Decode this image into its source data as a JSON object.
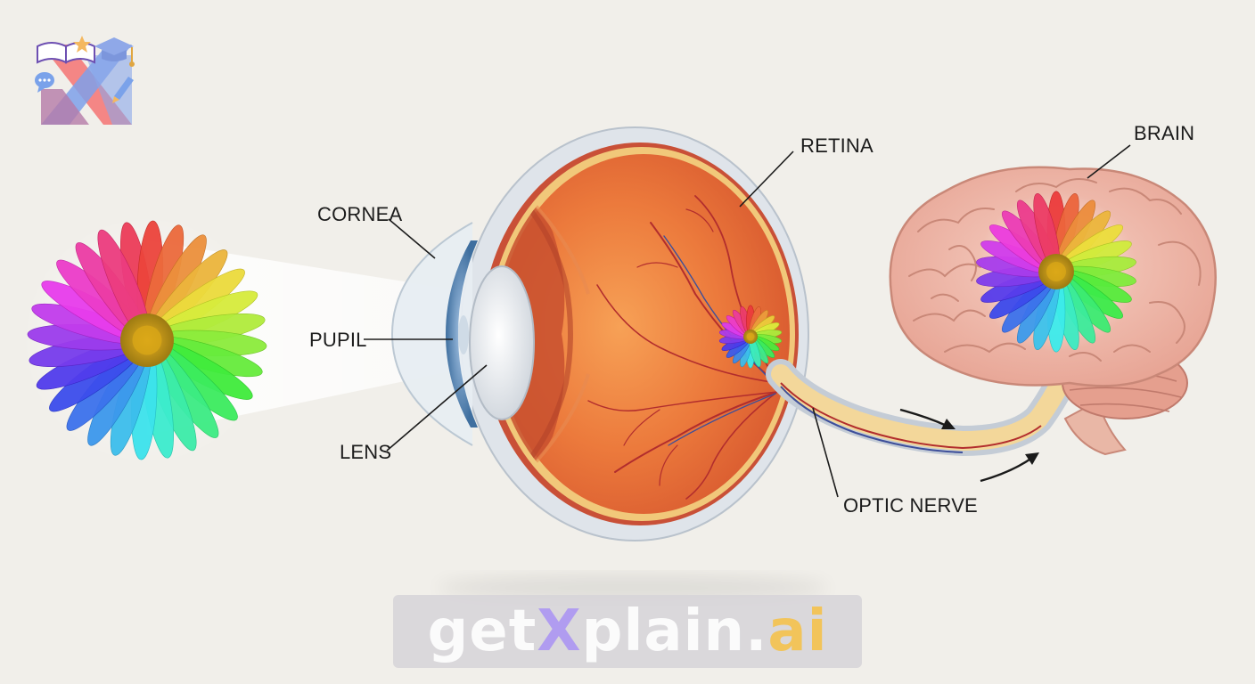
{
  "diagram": {
    "labels": {
      "cornea": "CORNEA",
      "pupil": "PUPIL",
      "lens": "LENS",
      "retina": "RETINA",
      "optic_nerve": "OPTIC NERVE",
      "brain": "BRAIN"
    }
  },
  "watermark": {
    "part1": "get",
    "part2": "X",
    "part3": "plain",
    "part4": ".",
    "part5": "ai"
  },
  "icons": {
    "logo": "x-logo-icon",
    "book": "book-icon",
    "star": "star-icon",
    "graduation_cap": "graduation-cap-icon",
    "chat": "chat-bubble-icon",
    "pencil": "pencil-icon"
  },
  "colors": {
    "background": "#f1efea",
    "sclera": "#dfe4ea",
    "eye_interior": "#e9743c",
    "retina": "#f1c87a",
    "brain": "#eeb3a5",
    "optic_nerve": "#f3d79a"
  }
}
